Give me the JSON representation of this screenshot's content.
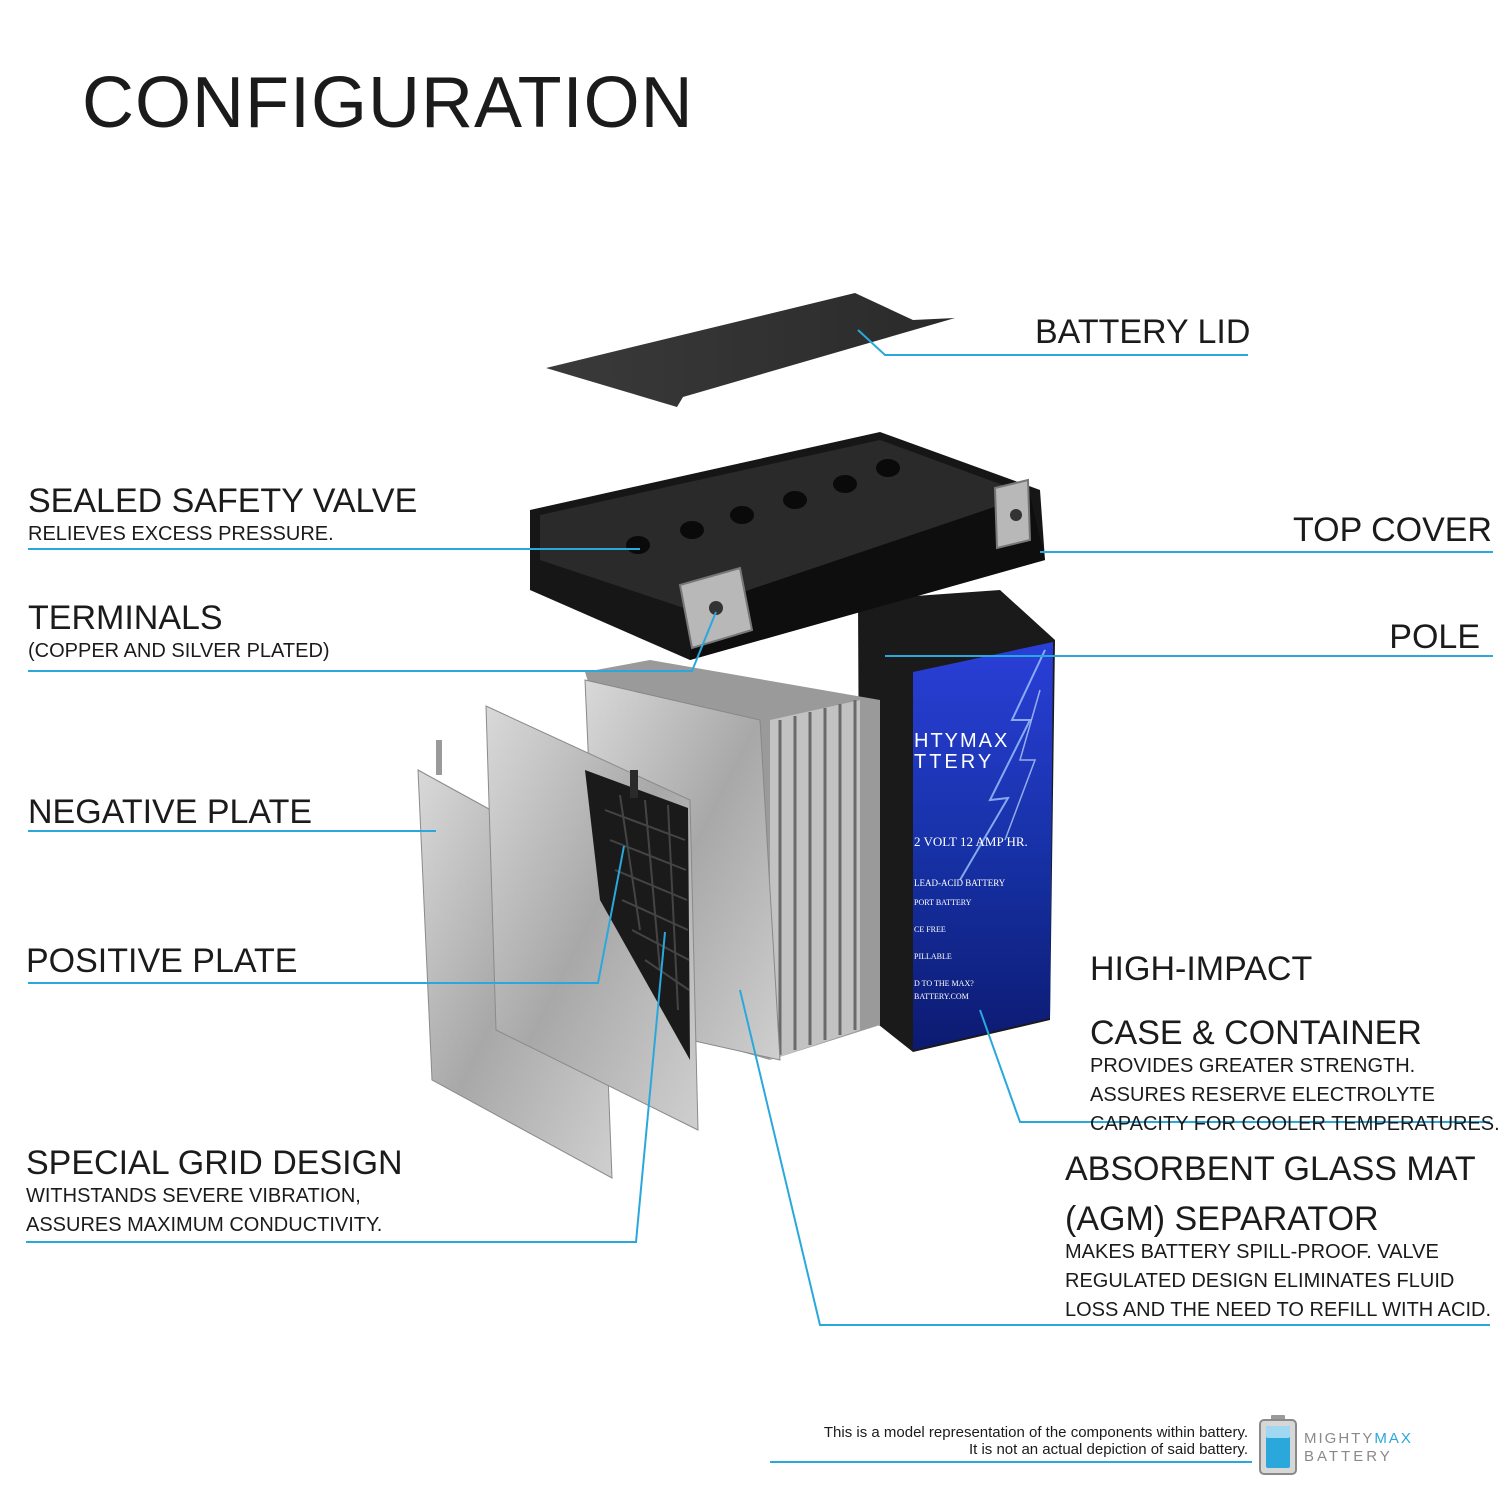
{
  "title": "CONFIGURATION",
  "colors": {
    "leader": "#2aa8dc",
    "case": "#1f1f1f",
    "plate": "#b9b9b9",
    "label": "#1b3fb8"
  },
  "callouts": {
    "battery_lid": {
      "heading": "BATTERY LID"
    },
    "sealed_safety_valve": {
      "heading": "SEALED SAFETY VALVE",
      "desc": [
        "RELIEVES EXCESS PRESSURE."
      ]
    },
    "top_cover": {
      "heading": "TOP COVER"
    },
    "terminals": {
      "heading": "TERMINALS",
      "desc": [
        "(COPPER AND SILVER PLATED)"
      ]
    },
    "pole": {
      "heading": "POLE"
    },
    "negative_plate": {
      "heading": "NEGATIVE PLATE"
    },
    "positive_plate": {
      "heading": "POSITIVE PLATE"
    },
    "high_impact_case": {
      "heading": [
        "HIGH-IMPACT",
        "CASE & CONTAINER"
      ],
      "desc": [
        "PROVIDES GREATER STRENGTH.",
        "ASSURES RESERVE ELECTROLYTE",
        "CAPACITY FOR COOLER TEMPERATURES."
      ]
    },
    "special_grid": {
      "heading": "SPECIAL GRID DESIGN",
      "desc": [
        "WITHSTANDS SEVERE VIBRATION,",
        "ASSURES MAXIMUM CONDUCTIVITY."
      ]
    },
    "agm_separator": {
      "heading": [
        "ABSORBENT GLASS MAT",
        "(AGM) SEPARATOR"
      ],
      "desc": [
        "MAKES BATTERY SPILL-PROOF. VALVE",
        "REGULATED DESIGN ELIMINATES FLUID",
        "LOSS AND THE NEED TO REFILL WITH ACID."
      ]
    }
  },
  "battery_label": [
    "HTYMAX",
    "TTERY",
    "2 VOLT 12 AMP HR.",
    "LEAD-ACID BATTERY",
    "PORT BATTERY",
    "CE FREE",
    "PILLABLE",
    "D TO THE MAX?",
    "BATTERY.COM"
  ],
  "footer": {
    "line1": "This is a model representation of the components within battery.",
    "line2": "It is not an actual depiction of said battery."
  },
  "logo": {
    "part1": "MIGHTY",
    "part2": "MAX",
    "part3": "BATTERY"
  }
}
